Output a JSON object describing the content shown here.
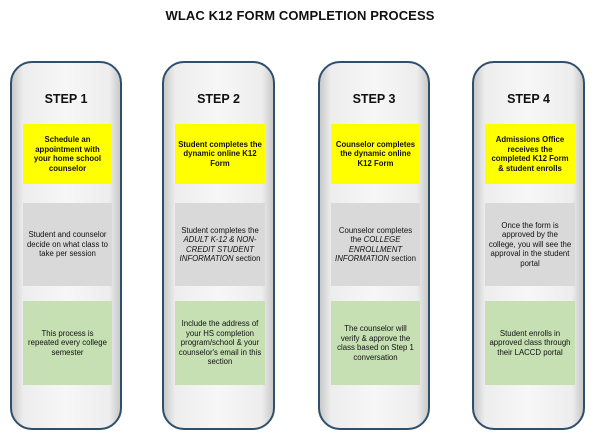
{
  "title": "WLAC K12 FORM COMPLETION PROCESS",
  "steps": [
    {
      "heading": "STEP 1",
      "yellow": "Schedule an appointment with your home school counselor",
      "gray": "Student and counselor decide on what class to take per session",
      "green": "This process is repeated every college semester"
    },
    {
      "heading": "STEP 2",
      "yellow": "Student completes the dynamic online K12 Form",
      "gray": {
        "line1": "Student completes the",
        "italic": "ADULT K-12 & NON-CREDIT STUDENT INFORMATION",
        "line3": "section"
      },
      "green": "Include the address of your HS completion program/school & your counselor's email in this section"
    },
    {
      "heading": "STEP 3",
      "yellow": "Counselor completes the dynamic online K12 Form",
      "gray": {
        "line1": "Counselor completes the",
        "italic": "COLLEGE ENROLLMENT INFORMATION",
        "line3": "section"
      },
      "green": "The counselor will verify & approve the class based on Step 1 conversation"
    },
    {
      "heading": "STEP 4",
      "yellow": "Admissions Office receives the completed K12 Form & student enrolls",
      "gray": "Once the form is approved by the college, you will see the approval in the student portal",
      "green": "Student enrolls in approved class through their LACCD portal"
    }
  ],
  "colors": {
    "yellow": "#ffff00",
    "gray": "#d9d9d9",
    "green": "#c6e0b4",
    "column_border": "#2f4f6d"
  }
}
